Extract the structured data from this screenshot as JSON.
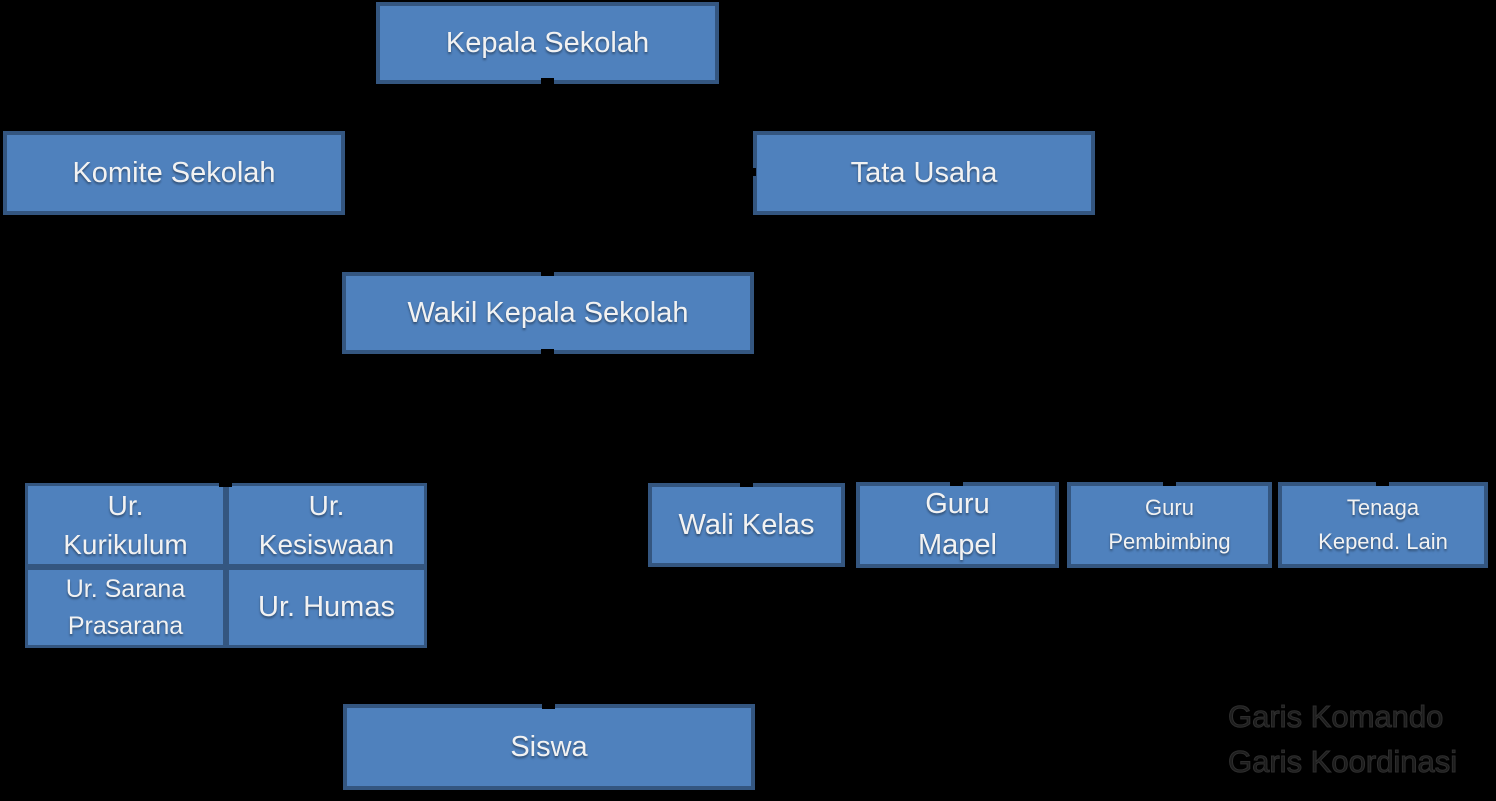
{
  "diagram": {
    "type": "org-chart",
    "background_color": "#000000",
    "box_fill_color": "#4F81BD",
    "box_border_color": "#345680",
    "box_text_color": "#F2F2F2",
    "legend_text_color": "#1D1D1D",
    "nodes": {
      "kepala_sekolah": {
        "label": "Kepala Sekolah"
      },
      "komite_sekolah": {
        "label": "Komite Sekolah"
      },
      "tata_usaha": {
        "label": "Tata Usaha"
      },
      "wakil_kepala_sekolah": {
        "label": "Wakil Kepala Sekolah"
      },
      "ur_kurikulum": {
        "label": "Ur.\nKurikulum"
      },
      "ur_kesiswaan": {
        "label": "Ur.\nKesiswaan"
      },
      "ur_sarana_prasarana": {
        "label": "Ur. Sarana\nPrasarana"
      },
      "ur_humas": {
        "label": "Ur. Humas"
      },
      "wali_kelas": {
        "label": "Wali Kelas"
      },
      "guru_mapel": {
        "label": "Guru\nMapel"
      },
      "guru_pembimbing": {
        "label": "Guru\nPembimbing"
      },
      "tenaga_kepend_lain": {
        "label": "Tenaga\nKepend. Lain"
      },
      "siswa": {
        "label": "Siswa"
      }
    },
    "legend": {
      "items": [
        {
          "label": "Garis Komando"
        },
        {
          "label": "Garis Koordinasi"
        }
      ]
    }
  }
}
